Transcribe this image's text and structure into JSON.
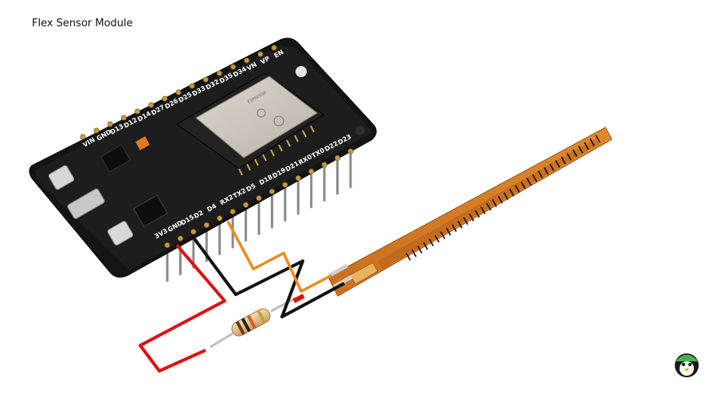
{
  "title": "Flex Sensor Module",
  "board": {
    "name": "ESP32 DevKit",
    "top_pins": [
      "VIN",
      "GND",
      "D13",
      "D12",
      "D14",
      "D27",
      "D26",
      "D25",
      "D33",
      "D32",
      "D35",
      "D34",
      "VN",
      "VP",
      "EN"
    ],
    "bottom_pins": [
      "3V3",
      "GND",
      "D15",
      "D2",
      "D4",
      "RX2",
      "TX2",
      "D5",
      "D18",
      "D19",
      "D21",
      "RX0",
      "TX0",
      "D22",
      "D23"
    ],
    "module_label": "ESPRESSIF"
  },
  "wires": [
    {
      "from": "3V3",
      "to": "resistor",
      "color": "#e01010"
    },
    {
      "from": "GND",
      "to": "flex-sensor",
      "color": "#111111"
    },
    {
      "from": "D4",
      "to": "flex-sensor",
      "color": "#f08a1c"
    }
  ],
  "components": [
    "ESP32 board",
    "10k resistor",
    "flex sensor"
  ],
  "logo": {
    "name": "penguin-logo-icon"
  }
}
